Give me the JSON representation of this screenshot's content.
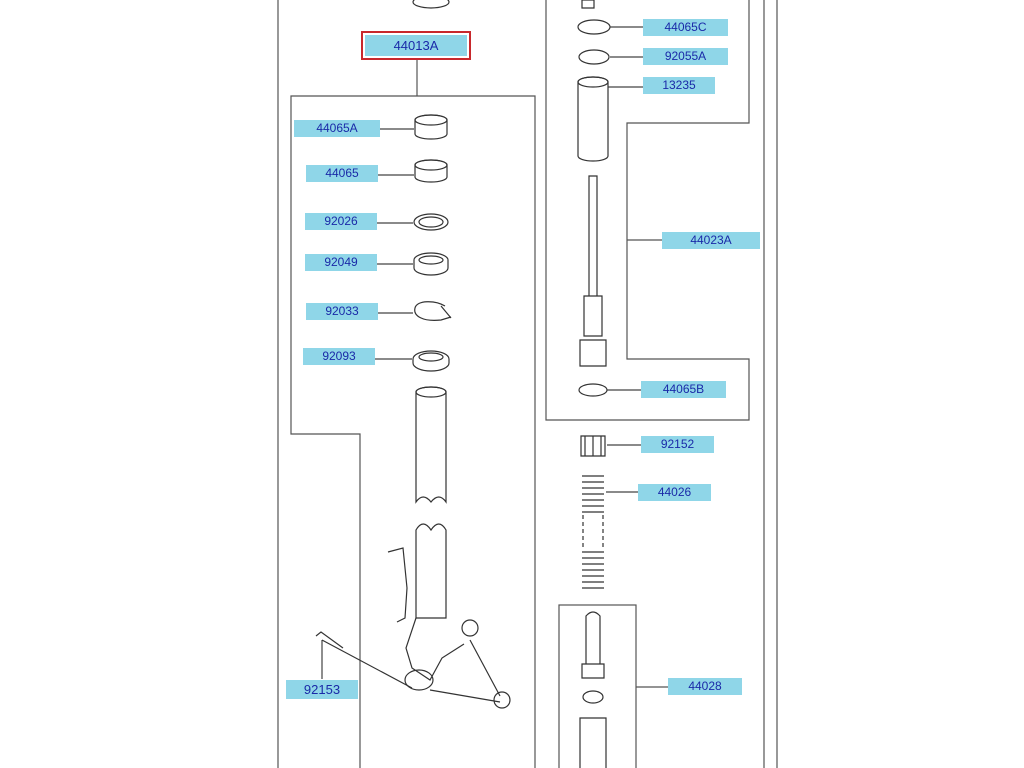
{
  "diagram": {
    "selected_part": "44013A",
    "parts": {
      "p44013A": "44013A",
      "p44065A": "44065A",
      "p44065": "44065",
      "p92026": "92026",
      "p92049": "92049",
      "p92033": "92033",
      "p92093": "92093",
      "p92153": "92153",
      "p44065C": "44065C",
      "p92055A": "92055A",
      "p13235": "13235",
      "p44023A": "44023A",
      "p44065B": "44065B",
      "p92152": "92152",
      "p44026": "44026",
      "p44028": "44028"
    },
    "colors": {
      "label_bg": "#8fd6e8",
      "label_text": "#1a2aa8",
      "selected_border": "#c8282c"
    }
  }
}
